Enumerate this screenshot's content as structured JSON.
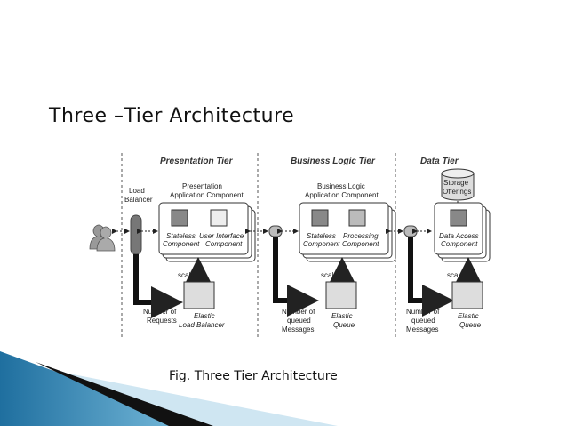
{
  "slide": {
    "title": "Three –Tier Architecture",
    "caption": "Fig. Three Tier Architecture"
  },
  "tiers": {
    "presentation": "Presentation Tier",
    "business": "Business Logic Tier",
    "data": "Data Tier"
  },
  "presentation": {
    "lb_line1": "Load",
    "lb_line2": "Balancer",
    "comp_line1": "Presentation",
    "comp_line2": "Application Component",
    "stateless_line1": "Stateless",
    "stateless_line2": "Component",
    "ui_line1": "User Interface",
    "ui_line2": "Component",
    "scale": "scale",
    "metric_line1": "Number of",
    "metric_line2": "Requests",
    "elastic_line1": "Elastic",
    "elastic_line2": "Load Balancer"
  },
  "business": {
    "comp_line1": "Business Logic",
    "comp_line2": "Application Component",
    "stateless_line1": "Stateless",
    "stateless_line2": "Component",
    "proc_line1": "Processing",
    "proc_line2": "Component",
    "scale": "scale",
    "metric_line1": "Number of",
    "metric_line2": "queued",
    "metric_line3": "Messages",
    "elastic_line1": "Elastic",
    "elastic_line2": "Queue"
  },
  "data": {
    "storage_line1": "Storage",
    "storage_line2": "Offerings",
    "access_line1": "Data Access",
    "access_line2": "Component",
    "scale": "scale",
    "metric_line1": "Number of",
    "metric_line2": "queued",
    "metric_line3": "Messages",
    "elastic_line1": "Elastic",
    "elastic_line2": "Queue"
  },
  "colors": {
    "accent_blue": "#2f7fb0",
    "diagram_gray": "#888888"
  }
}
